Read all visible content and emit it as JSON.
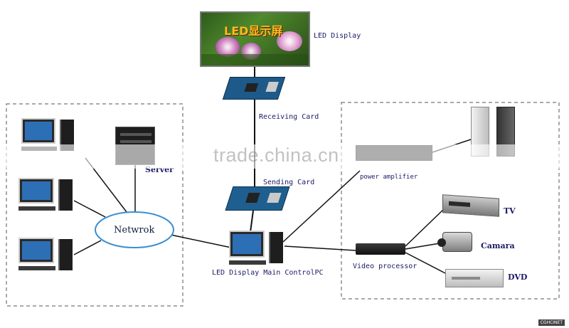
{
  "led_display": {
    "screen_text": "LED显示屏",
    "label": "LED Display"
  },
  "receiving_card": {
    "label": "Receiving Card"
  },
  "sending_card": {
    "label": "Sending Card"
  },
  "server": {
    "label": "Server"
  },
  "network": {
    "label": "Netwrok"
  },
  "main_pc": {
    "label": "LED Display Main ControlPC"
  },
  "power_amplifier": {
    "label": "power amplifier"
  },
  "video_processor": {
    "label": "Video processor"
  },
  "tv": {
    "label": "TV"
  },
  "camera": {
    "label": "Camara"
  },
  "dvd": {
    "label": "DVD"
  },
  "watermark": "trade.china.cn",
  "corner_tag": "CGHCINET"
}
